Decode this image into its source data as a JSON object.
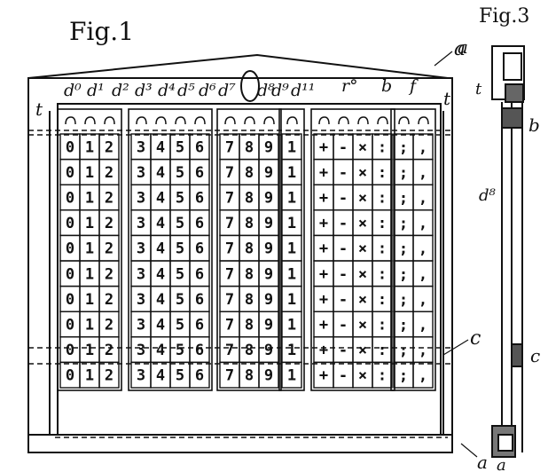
{
  "figures": {
    "fig1_title": "Fig.1",
    "fig3_title": "Fig.3"
  },
  "fig1": {
    "top_labels": [
      "d⁰",
      "d¹",
      "d²",
      "d³",
      "d⁴",
      "d⁵",
      "d⁶",
      "d⁷",
      "d⁸",
      "d⁹",
      "d¹¹",
      "r°",
      "b",
      "f"
    ],
    "side_labels": {
      "t_left": "t",
      "t_right": "t",
      "c": "c",
      "a_top": "a",
      "a_bottom": "a"
    },
    "groups": [
      {
        "name": "group-digits-012",
        "columns": [
          "0",
          "1",
          "2"
        ]
      },
      {
        "name": "group-digits-3456",
        "columns": [
          "3",
          "4",
          "5",
          "6"
        ]
      },
      {
        "name": "group-digits-789",
        "columns": [
          "7",
          "8",
          "9"
        ]
      },
      {
        "name": "group-one",
        "columns": [
          "1"
        ]
      },
      {
        "name": "group-operators",
        "columns": [
          "+",
          "-",
          "×",
          ":"
        ]
      },
      {
        "name": "group-punct",
        "columns": [
          ";",
          ","
        ]
      }
    ],
    "row_count": 10
  },
  "fig3": {
    "labels": {
      "a": "a",
      "t": "t",
      "b": "b",
      "d": "d⁸",
      "c": "c",
      "a_bottom": "a"
    }
  }
}
